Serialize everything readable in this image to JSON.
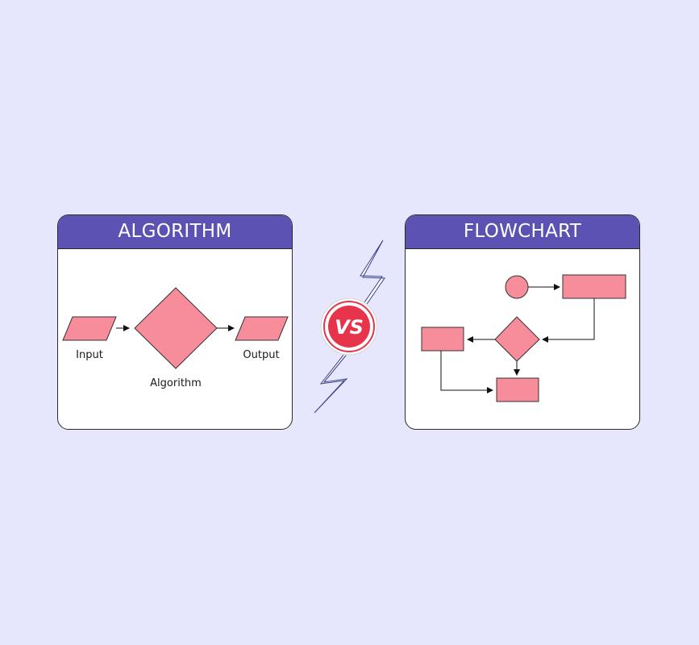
{
  "colors": {
    "background": "#e6e6fc",
    "header": "#5b52b4",
    "shape_fill": "#f78c9a",
    "vs_red": "#e8344a"
  },
  "algorithm": {
    "title": "ALGORITHM",
    "labels": {
      "input": "Input",
      "process": "Algorithm",
      "output": "Output"
    }
  },
  "flowchart": {
    "title": "FLOWCHART"
  },
  "vs": {
    "text": "VS",
    "icon": "lightning-bolt-icon"
  }
}
